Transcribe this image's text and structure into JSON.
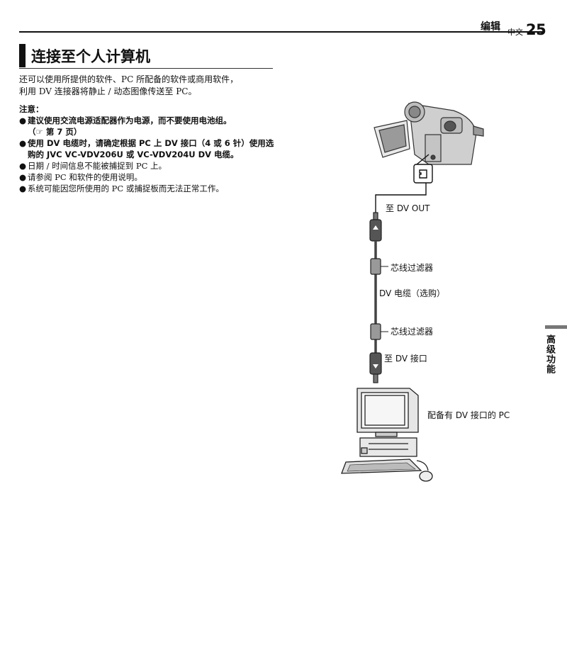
{
  "header": {
    "section": "编辑",
    "language": "中文",
    "page_number": "25"
  },
  "title": "连接至个人计算机",
  "intro": {
    "line1": "还可以使用所提供的软件、PC 所配备的软件或商用软件，",
    "line2": "利用 DV 连接器将静止 / 动态图像传送至 PC。"
  },
  "notes": {
    "heading": "注意：",
    "items": [
      {
        "bullet": "●",
        "line1": "建议使用交流电源适配器作为电源，而不要使用电池组。",
        "line2": "（☞ 第 7 页）"
      },
      {
        "bullet": "●",
        "line1": "使用 DV 电缆时，请确定根据 PC 上 DV 接口（4 或 6 针）使用选",
        "line2": "购的 JVC VC-VDV206U 或 VC-VDV204U DV 电缆。"
      },
      {
        "bullet": "●",
        "line1": "日期 / 时间信息不能被捕捉到 PC 上。"
      },
      {
        "bullet": "●",
        "line1": "请参阅 PC 和软件的使用说明。"
      },
      {
        "bullet": "●",
        "line1": "系统可能因您所使用的 PC 或捕捉板而无法正常工作。"
      }
    ]
  },
  "side_tab": "高级功能",
  "diagram": {
    "to_dv_out": "至 DV OUT",
    "core_filter_top": "芯线过滤器",
    "dv_cable": "DV 电缆（选购）",
    "core_filter_bottom": "芯线过滤器",
    "to_dv_port": "至 DV 接口",
    "pc_with_dv": "配备有 DV 接口的 PC"
  }
}
